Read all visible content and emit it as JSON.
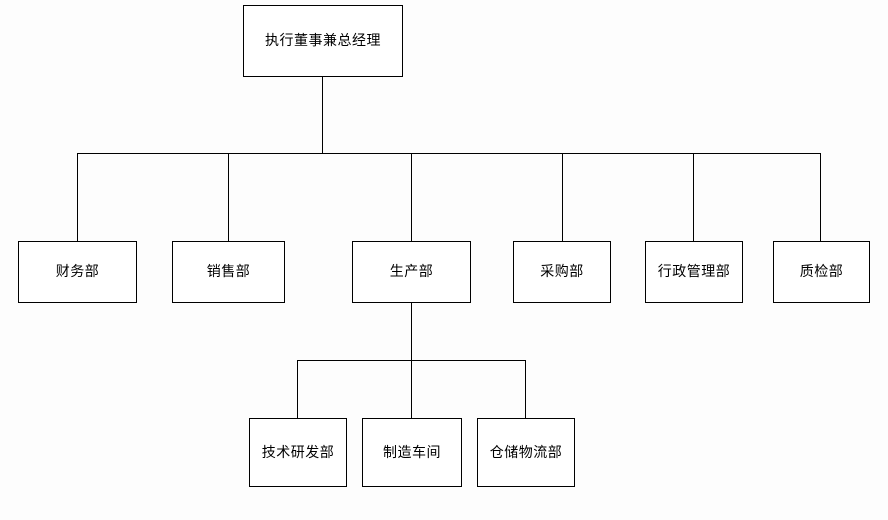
{
  "chart": {
    "title": "",
    "type": "org-chart",
    "background_color": "#fdfdfd",
    "box_fill_color": "#ffffff",
    "line_color": "#000000",
    "levels": [
      {
        "level": 1,
        "nodes": [
          {
            "id": "ceo",
            "label": "执行董事兼总经理"
          }
        ]
      },
      {
        "level": 2,
        "nodes": [
          {
            "id": "finance",
            "label": "财务部"
          },
          {
            "id": "sales",
            "label": "销售部"
          },
          {
            "id": "production",
            "label": "生产部"
          },
          {
            "id": "procurement",
            "label": "采购部"
          },
          {
            "id": "administration",
            "label": "行政管理部"
          },
          {
            "id": "quality",
            "label": "质检部"
          }
        ]
      },
      {
        "level": 3,
        "parent": "production",
        "nodes": [
          {
            "id": "rnd",
            "label": "技术研发部"
          },
          {
            "id": "workshop",
            "label": "制造车间"
          },
          {
            "id": "logistics",
            "label": "仓储物流部"
          }
        ]
      }
    ]
  }
}
